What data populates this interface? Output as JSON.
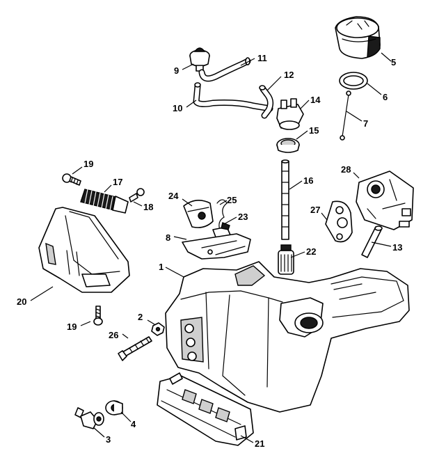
{
  "callouts": [
    {
      "id": "1",
      "text": "1"
    },
    {
      "id": "2",
      "text": "2"
    },
    {
      "id": "3",
      "text": "3"
    },
    {
      "id": "4",
      "text": "4"
    },
    {
      "id": "5",
      "text": "5"
    },
    {
      "id": "6",
      "text": "6"
    },
    {
      "id": "7",
      "text": "7"
    },
    {
      "id": "8",
      "text": "8"
    },
    {
      "id": "9",
      "text": "9"
    },
    {
      "id": "10",
      "text": "10"
    },
    {
      "id": "11",
      "text": "11"
    },
    {
      "id": "12",
      "text": "12"
    },
    {
      "id": "13",
      "text": "13"
    },
    {
      "id": "14",
      "text": "14"
    },
    {
      "id": "15",
      "text": "15"
    },
    {
      "id": "16",
      "text": "16"
    },
    {
      "id": "17",
      "text": "17"
    },
    {
      "id": "18",
      "text": "18"
    },
    {
      "id": "19a",
      "text": "19"
    },
    {
      "id": "19b",
      "text": "19"
    },
    {
      "id": "20",
      "text": "20"
    },
    {
      "id": "21",
      "text": "21"
    },
    {
      "id": "22",
      "text": "22"
    },
    {
      "id": "23",
      "text": "23"
    },
    {
      "id": "24",
      "text": "24"
    },
    {
      "id": "25",
      "text": "25"
    },
    {
      "id": "26",
      "text": "26"
    },
    {
      "id": "27",
      "text": "27"
    },
    {
      "id": "28",
      "text": "28"
    }
  ]
}
